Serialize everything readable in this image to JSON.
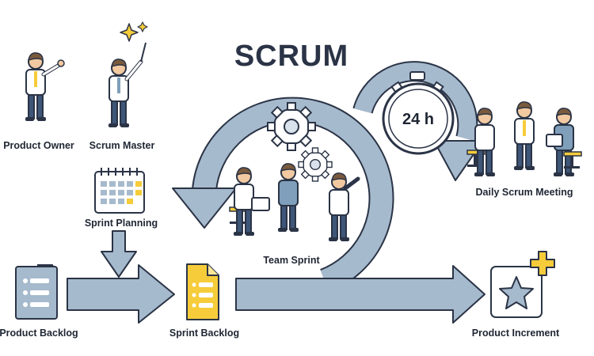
{
  "title": "SCRUM",
  "labels": {
    "product_owner": "Product Owner",
    "scrum_master": "Scrum Master",
    "sprint_planning": "Sprint Planning",
    "product_backlog": "Product Backlog",
    "sprint_backlog": "Sprint Backlog",
    "team_sprint": "Team Sprint",
    "daily_scrum_meeting": "Daily Scrum Meeting",
    "product_increment": "Product Increment"
  },
  "clock": {
    "text": "24 h"
  },
  "colors": {
    "arrow_fill": "#a6bacd",
    "outline": "#2b3446",
    "accent_yellow": "#f6cc3a",
    "shirt_blue": "#7f9fba",
    "pants": "#3e5677",
    "skin": "#f2c9a0",
    "hair_brown": "#7a5a3d"
  }
}
